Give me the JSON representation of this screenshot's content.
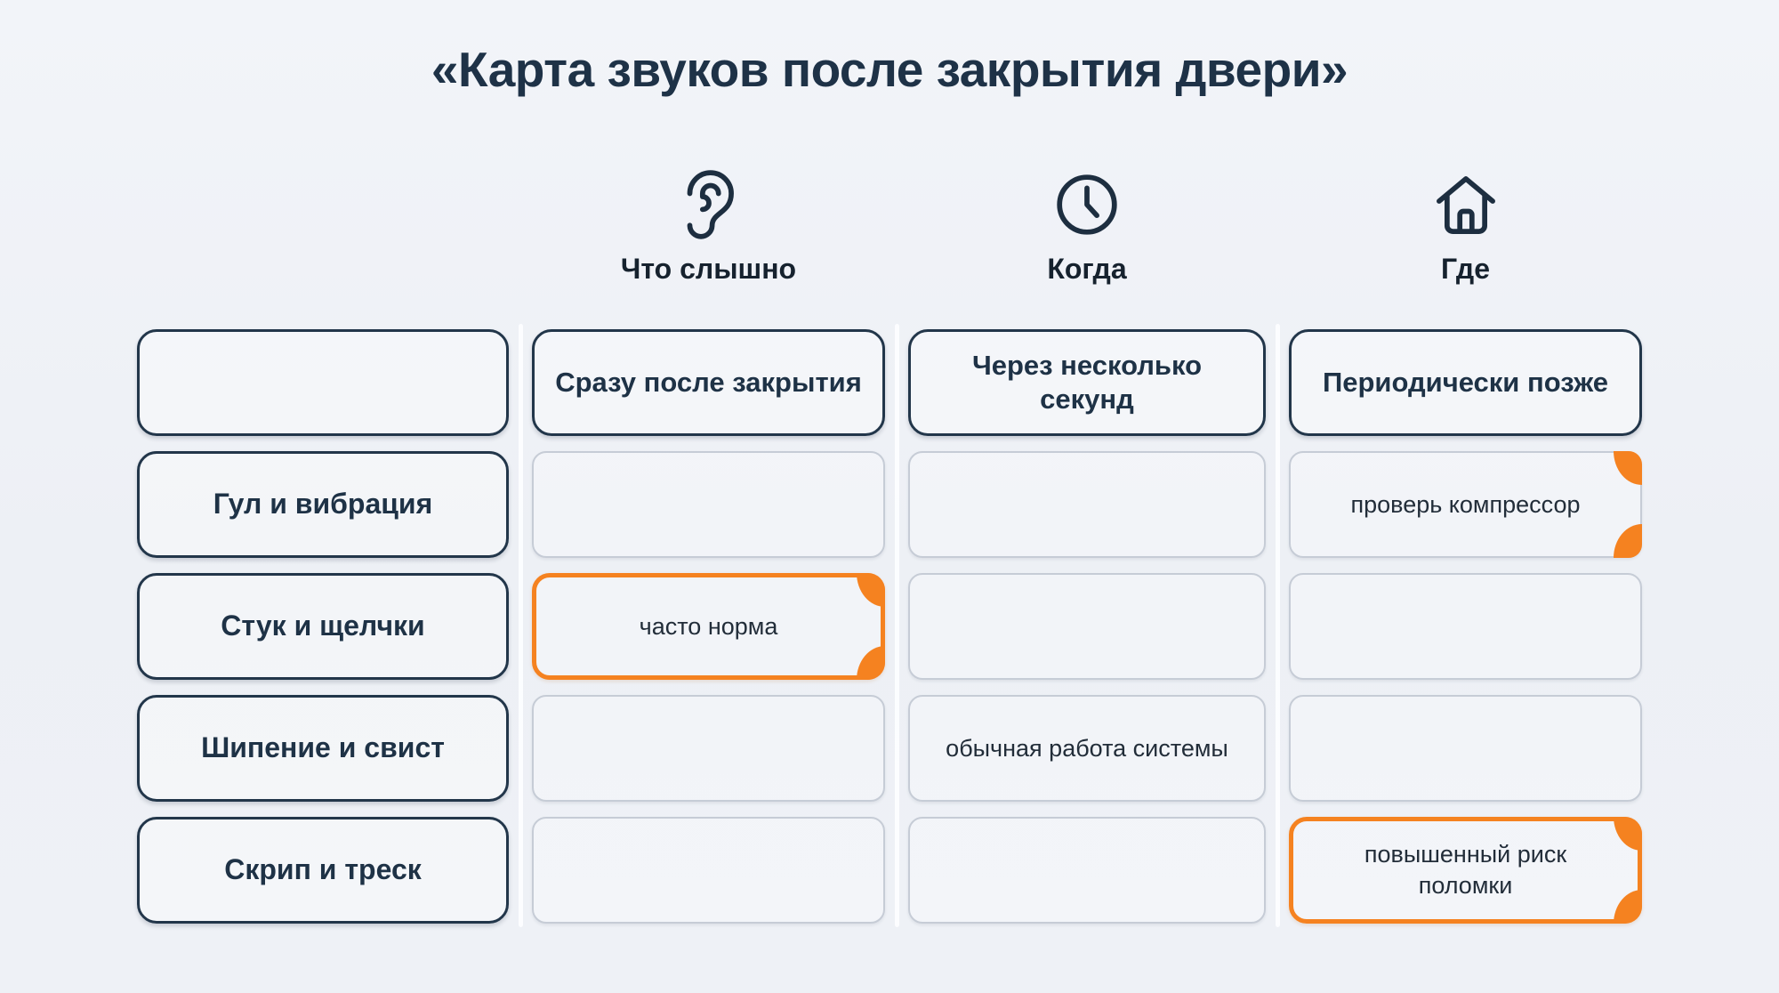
{
  "page": {
    "title": "«Карта звуков после закрытия двери»"
  },
  "legend": {
    "columns": [
      {
        "icon": "ear-icon",
        "label": "Что слышно"
      },
      {
        "icon": "clock-icon",
        "label": "Когда"
      },
      {
        "icon": "home-icon",
        "label": "Где"
      }
    ]
  },
  "matrix": {
    "corner_label": "",
    "column_headers": [
      {
        "label": "Сразу после закрытия"
      },
      {
        "label": "Через несколько секунд"
      },
      {
        "label": "Периодически позже"
      }
    ],
    "rows": [
      {
        "label": "Гул и вибрация",
        "cells": [
          {
            "text": "",
            "highlight": "none"
          },
          {
            "text": "",
            "highlight": "none"
          },
          {
            "text": "проверь компрессор",
            "highlight": "corners"
          }
        ]
      },
      {
        "label": "Стук и щелчки",
        "cells": [
          {
            "text": "часто норма",
            "highlight": "full-orange"
          },
          {
            "text": "",
            "highlight": "none"
          },
          {
            "text": "",
            "highlight": "none"
          }
        ]
      },
      {
        "label": "Шипение и свист",
        "cells": [
          {
            "text": "",
            "highlight": "none"
          },
          {
            "text": "обычная работа системы",
            "highlight": "none"
          },
          {
            "text": "",
            "highlight": "none"
          }
        ]
      },
      {
        "label": "Скрип и треск",
        "cells": [
          {
            "text": "",
            "highlight": "none"
          },
          {
            "text": "",
            "highlight": "none"
          },
          {
            "text": "повышенный риск поломки",
            "highlight": "full-orange"
          }
        ]
      }
    ]
  },
  "colors": {
    "background": "#EEF1F6",
    "ink_navy": "#22364A",
    "cell_border_gray": "#C6CCD6",
    "accent_orange": "#F58220"
  }
}
